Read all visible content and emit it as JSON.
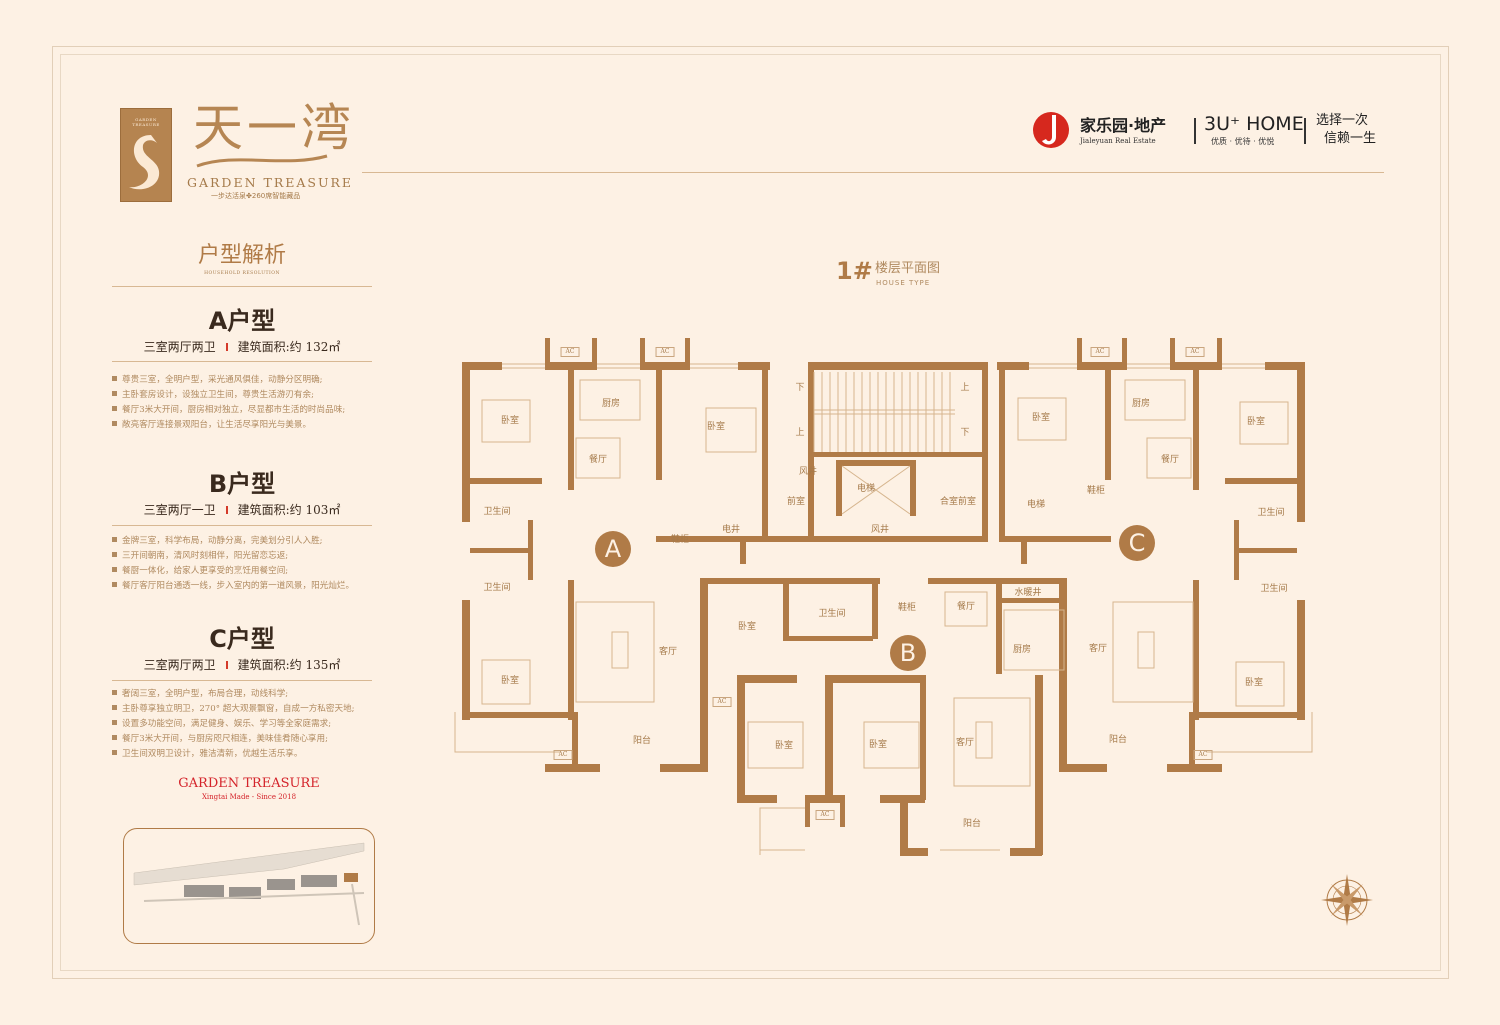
{
  "brand": {
    "logo_text": "GARDEN TREASURE",
    "name_cn": "天一湾",
    "name_en": "GARDEN TREASURE",
    "tagline": "一步达活泉✤260席智能藏品"
  },
  "header": {
    "developer_cn": "家乐园·地产",
    "developer_en": "Jialeyuan Real Estate",
    "home_brand": "3U⁺ HOME",
    "home_sub": "优质 · 优待 · 优悦",
    "slogan_1": "选择一次",
    "slogan_2": "信赖一生"
  },
  "section": {
    "title": "户型解析",
    "subtitle": "HOUSEHOLD RESOLUTION"
  },
  "types": [
    {
      "title": "A户型",
      "layout": "三室两厅两卫",
      "area": "建筑面积:约 132㎡",
      "bullets": [
        "尊贵三室，全明户型，采光通风俱佳，动静分区明确;",
        "主卧套房设计，设独立卫生间，尊贵生活游刃有余;",
        "餐厅3米大开间，厨房相对独立，尽显都市生活的时尚品味;",
        "敞亮客厅连接景观阳台，让生活尽享阳光与美景。"
      ]
    },
    {
      "title": "B户型",
      "layout": "三室两厅一卫",
      "area": "建筑面积:约 103㎡",
      "bullets": [
        "金牌三室，科学布局，动静分离，完美划分引人入胜;",
        "三开间朝南，清风时刻相伴，阳光留恋忘返;",
        "餐厨一体化，给家人更享受的烹饪用餐空间;",
        "餐厅客厅阳台通透一线，步入室内的第一道风景，阳光灿烂。"
      ]
    },
    {
      "title": "C户型",
      "layout": "三室两厅两卫",
      "area": "建筑面积:约 135㎡",
      "bullets": [
        "奢阔三室，全明户型，布局合理，动线科学;",
        "主卧尊享独立明卫，270° 超大观景飘窗，自成一方私密天地;",
        "设置多功能空间，满足健身、娱乐、学习等全家庭需求;",
        "餐厅3米大开间，与厨房咫尺相连，美味佳肴随心享用;",
        "卫生间双明卫设计，雅洁清新，优越生活乐享。"
      ]
    }
  ],
  "footer_brand": {
    "name": "GARDEN TREASURE",
    "sub": "Xingtai Made  -  Since 2018"
  },
  "plan": {
    "building": "1#",
    "title_cn": "楼层平面图",
    "title_en": "HOUSE TYPE",
    "ac_label": "AC",
    "units": {
      "a": "A",
      "b": "B",
      "c": "C"
    },
    "rooms_a": [
      "卧室",
      "厨房",
      "卧室",
      "餐厅",
      "卫生间",
      "卫生间",
      "卧室",
      "客厅",
      "阳台",
      "鞋柜",
      "电井"
    ],
    "core": [
      "下",
      "上",
      "上",
      "下",
      "风井",
      "电梯",
      "前室",
      "合室前室",
      "风井",
      "电梯"
    ],
    "rooms_b": [
      "卧室",
      "卫生间",
      "鞋柜",
      "餐厅",
      "水暖井",
      "厨房",
      "卧室",
      "卧室",
      "客厅",
      "阳台"
    ],
    "rooms_c": [
      "卧室",
      "厨房",
      "卧室",
      "餐厅",
      "鞋柜",
      "卫生间",
      "卫生间",
      "客厅",
      "卧室",
      "阳台"
    ]
  },
  "colors": {
    "wall": "#b07b47",
    "background": "#fdf1e4",
    "accent_red": "#d4232a"
  }
}
